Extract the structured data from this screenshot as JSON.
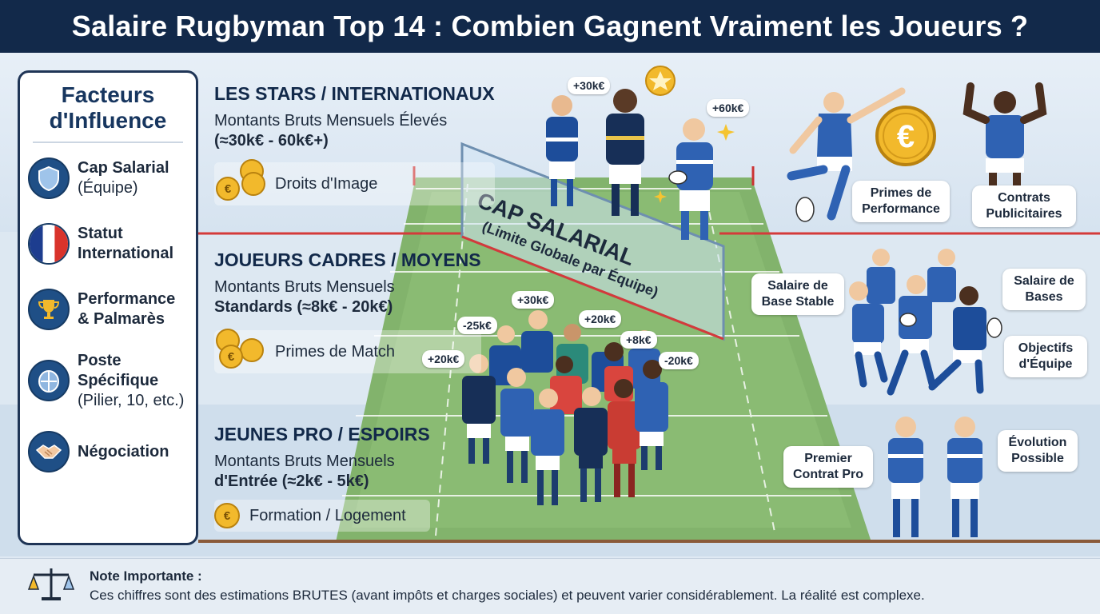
{
  "header": {
    "title": "Salaire Rugbyman Top 14 : Combien Gagnent Vraiment les Joueurs ?"
  },
  "sidebar": {
    "title": "Facteurs d'Influence",
    "factors": [
      {
        "icon": "shield-icon",
        "label": "Cap Salarial",
        "sub": "(Équipe)"
      },
      {
        "icon": "french-flag-icon",
        "label": "Statut International",
        "sub": ""
      },
      {
        "icon": "trophy-icon",
        "label": "Performance & Palmarès",
        "sub": ""
      },
      {
        "icon": "rugby-helmet-icon",
        "label": "Poste Spécifique",
        "sub": "(Pilier, 10, etc.)"
      },
      {
        "icon": "handshake-icon",
        "label": "Négociation",
        "sub": ""
      }
    ]
  },
  "tiers": {
    "stars": {
      "title": "LES STARS / INTERNATIONAUX",
      "line1": "Montants Bruts Mensuels Élevés",
      "line2": "(≈30k€ - 60k€+)",
      "extra": "Droits d'Image"
    },
    "cadres": {
      "title": "JOUEURS CADRES / MOYENS",
      "line1": "Montants Bruts Mensuels",
      "line2": "Standards (≈8k€ - 20k€)",
      "extra": "Primes de Match"
    },
    "jeunes": {
      "title": "JEUNES PRO / ESPOIRS",
      "line1": "Montants Bruts Mensuels",
      "line2": "d'Entrée (≈2k€ - 5k€)",
      "extra": "Formation / Logement"
    }
  },
  "cap": {
    "title": "CAP SALARIAL",
    "subtitle": "(Limite Globale par Équipe)"
  },
  "pills": {
    "stars_left": "+30k€",
    "stars_right": "+60k€",
    "p1": "+30k€",
    "p2": "-25k€",
    "p3": "+20k€",
    "p4": "+8k€",
    "p5": "+20k€",
    "p6": "-20k€"
  },
  "tags": {
    "primes_perf": "Primes de Performance",
    "contrats_pub": "Contrats Publicitaires",
    "salaire_base_stable": "Salaire de Base Stable",
    "salaire_bases": "Salaire de Bases",
    "objectifs": "Objectifs d'Équipe",
    "premier_contrat": "Premier Contrat Pro",
    "evolution": "Évolution Possible"
  },
  "currency_symbol": "€",
  "footer": {
    "title": "Note Importante :",
    "text": "Ces chiffres sont des estimations BRUTES (avant impôts et charges sociales) et peuvent varier considérablement. La réalité est complexe."
  },
  "colors": {
    "header_bg": "#12294a",
    "accent_red": "#d43a3a",
    "field_green": "#7fae6a",
    "jersey_blue": "#2f62b3"
  }
}
